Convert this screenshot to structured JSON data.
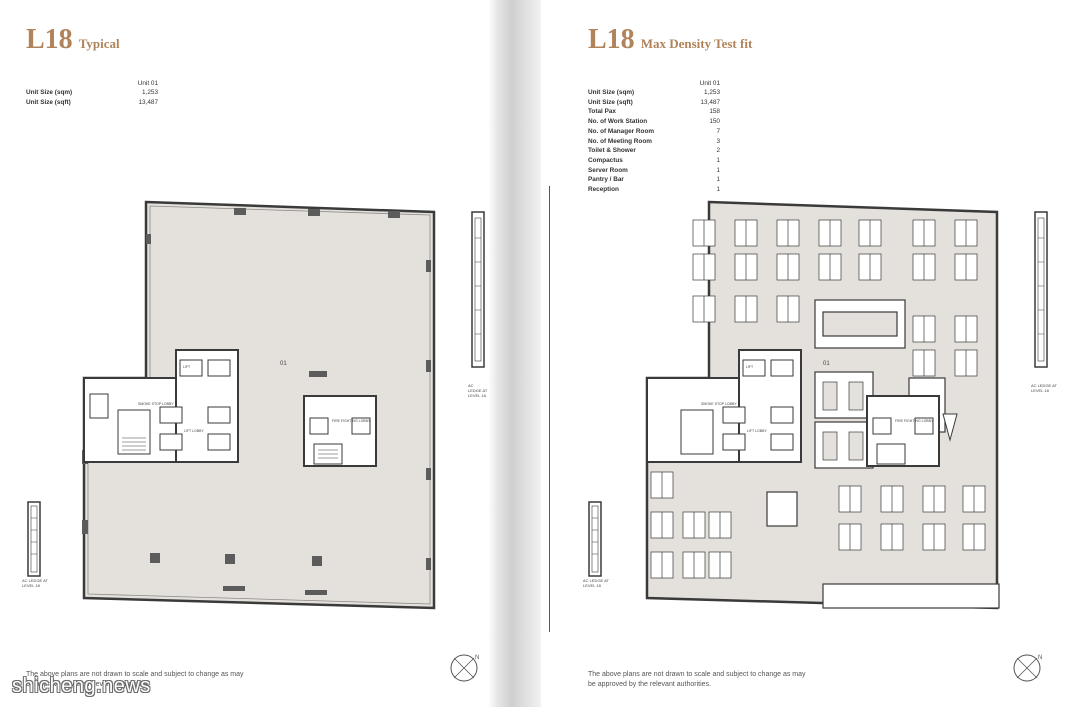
{
  "left": {
    "level": "L18",
    "subtitle": "Typical",
    "column_header": "Unit 01",
    "specs": [
      {
        "label": "Unit Size (sqm)",
        "value": "1,253"
      },
      {
        "label": "Unit Size (sqft)",
        "value": "13,487"
      }
    ],
    "unit_label": "01",
    "access_label": [
      "AC LEDGE AT",
      "LEVEL 18"
    ],
    "disclaimer": "The above plans are not drawn to scale and subject to change as may be approved by the relevant authorities"
  },
  "right": {
    "level": "L18",
    "subtitle": "Max Density Test fit",
    "column_header": "Unit 01",
    "specs": [
      {
        "label": "Unit Size (sqm)",
        "value": "1,253"
      },
      {
        "label": "Unit Size (sqft)",
        "value": "13,487"
      },
      {
        "label": "Total Pax",
        "value": "158"
      },
      {
        "label": "No. of Work Station",
        "value": "150"
      },
      {
        "label": "No. of Manager Room",
        "value": "7"
      },
      {
        "label": "No. of Meeting Room",
        "value": "3"
      },
      {
        "label": "Toilet & Shower",
        "value": "2"
      },
      {
        "label": "Compactus",
        "value": "1"
      },
      {
        "label": "Server Room",
        "value": "1"
      },
      {
        "label": "Pantry / Bar",
        "value": "1"
      },
      {
        "label": "Reception",
        "value": "1"
      }
    ],
    "unit_label": "01",
    "access_label": [
      "AC LEDGE AT",
      "LEVEL 18"
    ],
    "disclaimer": "The above plans are not drawn to scale and subject to change as may be approved by the relevant authorities."
  },
  "core_labels": {
    "lift": "LIFT",
    "lift_lobby": "LIFT LOBBY",
    "smoke_stop_lobby": "SMOKE STOP LOBBY",
    "fire_fighting_lobby": "FIRE FIGHTING LOBBY"
  },
  "compass_letter": "N",
  "watermark": "shicheng.news",
  "colors": {
    "title": "#b1835b",
    "plan_fill": "#e4e1dc",
    "wall": "#3a3a3a"
  }
}
